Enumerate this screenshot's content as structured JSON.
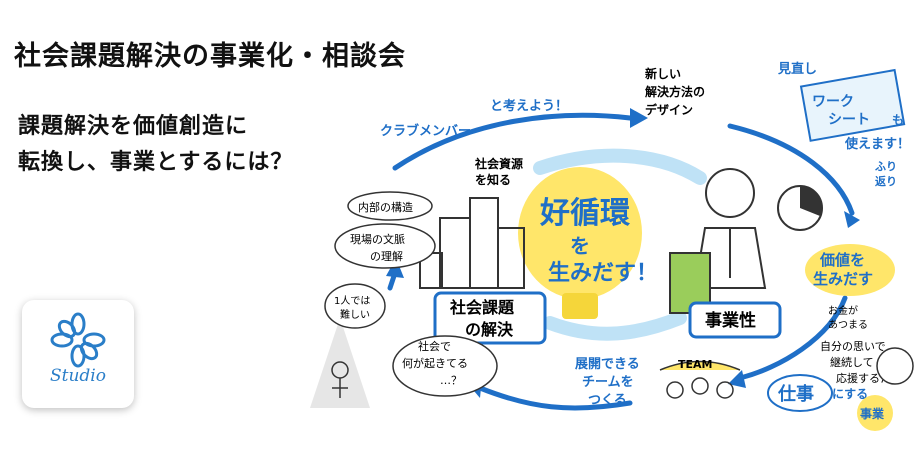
{
  "title": "社会課題解決の事業化・相談会",
  "subtitle_line1": "課題解決を価値創造に",
  "subtitle_line2": "転換し、事業とするには？",
  "logo": {
    "text": "Studio",
    "icon": "flower-icon",
    "color": "#2a7ec8"
  },
  "illustration": {
    "club_members": "クラブメンバー",
    "thinking": "と考えよう！",
    "new_solution": [
      "新しい",
      "解決方法の",
      "デザイン"
    ],
    "review": "見直し",
    "worksheet": [
      "ワーク",
      "シート",
      "も"
    ],
    "use": "使えます！",
    "reflect": [
      "ふり",
      "返り"
    ],
    "social_resources": [
      "社会資源",
      "を知る"
    ],
    "internal": "内部の構造",
    "context": [
      "現場の文脈",
      "の理解"
    ],
    "virtuous": "好循環",
    "wo": "を",
    "create": "生みだす！",
    "social_issue": [
      "社会課題",
      "の解決"
    ],
    "business": "事業性",
    "value": [
      "価値を",
      "生みだす"
    ],
    "money": [
      "お金が",
      "あつまる"
    ],
    "alone": [
      "1人では",
      "難しい"
    ],
    "society": [
      "社会で",
      "何が起きてる",
      "…？"
    ],
    "team_build": [
      "展開できる",
      "チームを",
      "つくる"
    ],
    "team_banner": "TEAM",
    "own_thoughts": [
      "自分の思いで",
      "継続して",
      "応援するため"
    ],
    "work": "仕事",
    "ni_suru": "にする",
    "business_small": "事業"
  },
  "colors": {
    "accent_blue": "#1f6fc7",
    "light_blue": "#bfe2f6",
    "yellow": "#ffe66a",
    "green": "#9acd5b"
  }
}
